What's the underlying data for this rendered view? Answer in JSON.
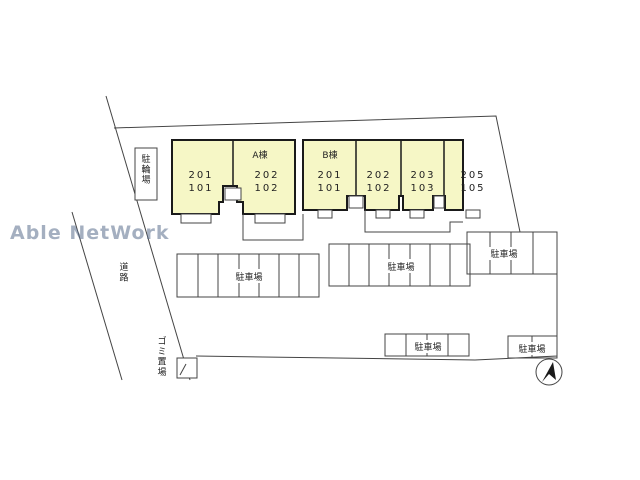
{
  "watermark": "Able NetWork",
  "bicycle_parking": "駐輪場",
  "road": "道路",
  "garbage_area": "ゴミ置場",
  "building_a": {
    "label": "A棟",
    "units": [
      {
        "upper": "201",
        "lower": "101"
      },
      {
        "upper": "202",
        "lower": "102"
      }
    ]
  },
  "building_b": {
    "label": "B棟",
    "units": [
      {
        "upper": "201",
        "lower": "101"
      },
      {
        "upper": "202",
        "lower": "102"
      },
      {
        "upper": "203",
        "lower": "103"
      },
      {
        "upper": "205",
        "lower": "105"
      }
    ]
  },
  "parking_label": "駐車場",
  "colors": {
    "building_fill": "#f6f7c6",
    "building_border": "#1a1a1a",
    "line": "#444444",
    "watermark": "#5a6e8c"
  },
  "icons": [
    "north-arrow-icon"
  ]
}
